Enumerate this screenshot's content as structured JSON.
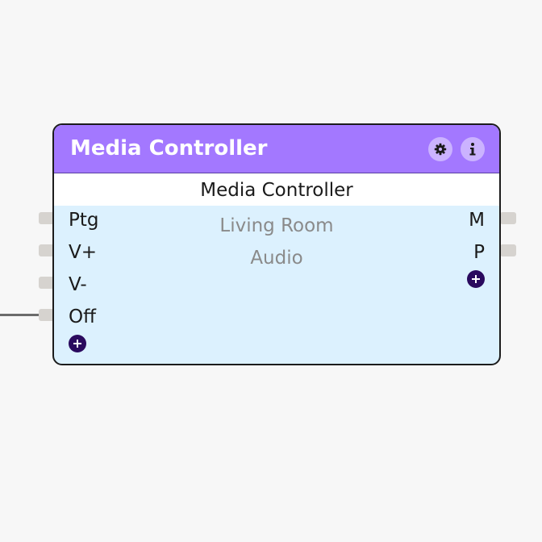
{
  "node": {
    "title": "Media Controller",
    "subtitle": "Media Controller",
    "description": [
      "Living Room",
      "Audio"
    ],
    "inputs": [
      "Ptg",
      "V+",
      "V-",
      "Off"
    ],
    "outputs": [
      "M",
      "P"
    ]
  },
  "icons": {
    "settings": "gear-icon",
    "info": "info-icon",
    "add": "plus-icon"
  },
  "colors": {
    "header": "#a378ff",
    "body": "#dcf1fe",
    "add_button": "#2a0a5e",
    "description_text": "#8a8a8a"
  }
}
